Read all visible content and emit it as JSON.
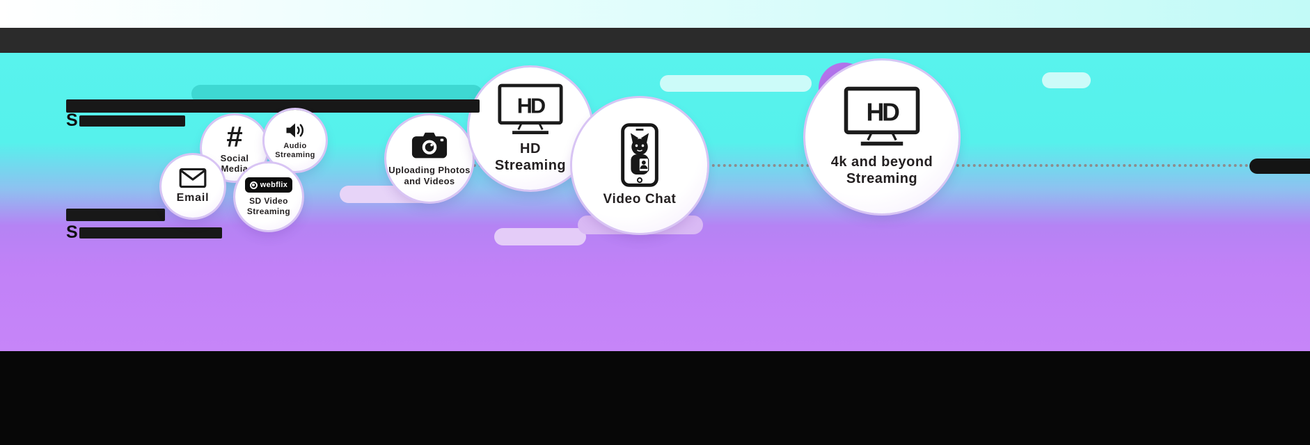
{
  "colors": {
    "cyan_bg": "#58F3ED",
    "purple_bg": "#C180F7",
    "teal_pill": "#3ED8D2",
    "light_cyan_pill": "#CCFBF9",
    "lavender_pill": "#E4CCF8",
    "purple_blob": "#B273EB",
    "dark_bar": "#2B2B2B",
    "footer": "#070707",
    "ink": "#231F20",
    "bubble_ring": "#D8C4F4"
  },
  "redacted": {
    "block1_line2_prefix": "S",
    "block2_line2_prefix": "S"
  },
  "bubbles": {
    "email": {
      "label": "Email"
    },
    "social": {
      "symbol": "#",
      "lines": [
        "Social",
        "Media"
      ]
    },
    "audio": {
      "lines": [
        "Audio",
        "Streaming"
      ]
    },
    "sd": {
      "logo": "webflix",
      "lines": [
        "SD Video",
        "Streaming"
      ]
    },
    "upload": {
      "lines": [
        "Uploading Photos",
        "and Videos"
      ]
    },
    "hd": {
      "screen_text": "HD",
      "lines": [
        "HD",
        "Streaming"
      ]
    },
    "videochat": {
      "label": "Video Chat"
    },
    "fourk": {
      "screen_text": "HD",
      "lines": [
        "4k and beyond",
        "Streaming"
      ]
    }
  }
}
